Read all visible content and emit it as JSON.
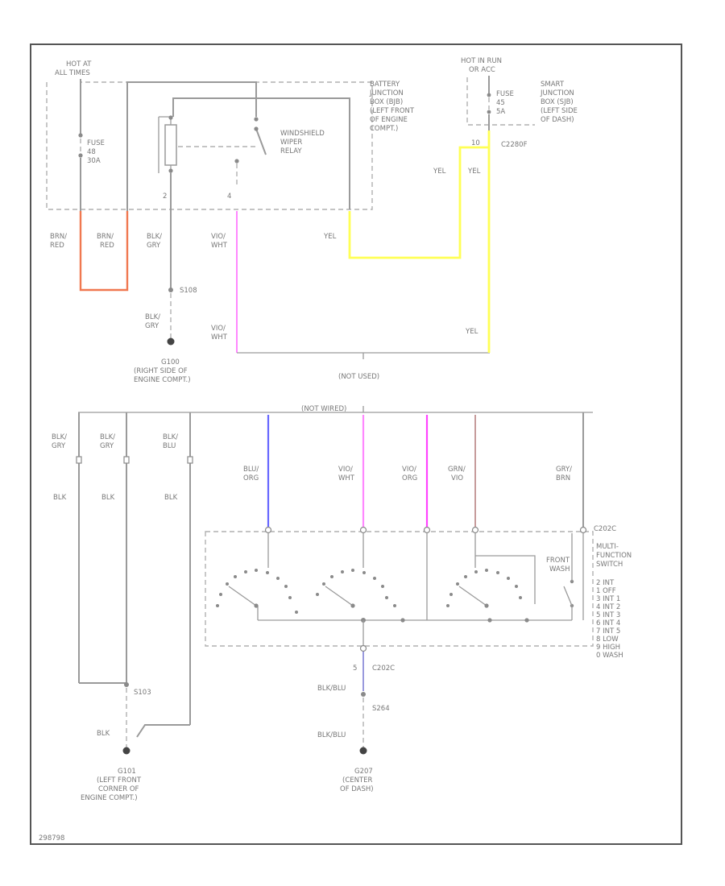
{
  "colors": {
    "border": "#555555",
    "wire": "#9a9a9a",
    "brn_red": "#f07850",
    "yel": "#ffff55",
    "vio_wht": "#ff88ff",
    "vio_org": "#ff44ff",
    "blu_org": "#6666ff",
    "grn_vio": "#c09090",
    "blk_blu": "#9999dd"
  },
  "top": {
    "hot_at_all_times": [
      "HOT AT",
      "ALL TIMES"
    ],
    "fuse_left": [
      "FUSE",
      "48",
      "30A"
    ],
    "battery_junction_box": [
      "BATTERY",
      "JUNCTION",
      "BOX (BJB)",
      "(LEFT FRONT",
      "OF ENGINE",
      "COMPT.)"
    ],
    "wiper_relay": [
      "WINDSHIELD",
      "WIPER",
      "RELAY"
    ],
    "hot_in_run": [
      "HOT IN RUN",
      "OR ACC"
    ],
    "fuse_right": [
      "FUSE",
      "45",
      "5A"
    ],
    "smart_junction_box": [
      "SMART",
      "JUNCTION",
      "BOX (SJB)",
      "(LEFT SIDE",
      "OF DASH)"
    ],
    "pin_10": "10",
    "connector_c2280f": "C2280F",
    "pin_2": "2",
    "pin_4": "4",
    "yel_a": "YEL",
    "yel_b": "YEL",
    "yel_c": "YEL",
    "yel_d": "YEL",
    "brn_red_1": [
      "BRN/",
      "RED"
    ],
    "brn_red_2": [
      "BRN/",
      "RED"
    ],
    "blk_gry_1": [
      "BLK/",
      "GRY"
    ],
    "vio_wht_1": [
      "VIO/",
      "WHT"
    ],
    "splice_s108": "S108",
    "blk_gry_2": [
      "BLK/",
      "GRY"
    ],
    "vio_wht_2": [
      "VIO/",
      "WHT"
    ],
    "ground_g100": [
      "G100",
      "(RIGHT SIDE OF",
      "ENGINE COMPT.)"
    ],
    "not_used": "(NOT USED)"
  },
  "bottom": {
    "not_wired": "(NOT WIRED)",
    "wire_labels": [
      [
        "BLK/",
        "GRY"
      ],
      [
        "BLK/",
        "GRY"
      ],
      [
        "BLK/",
        "BLU"
      ],
      [
        "BLU/",
        "ORG"
      ],
      [
        "VIO/",
        "WHT"
      ],
      [
        "VIO/",
        "ORG"
      ],
      [
        "GRN/",
        "VIO"
      ],
      [
        "GRY/",
        "BRN"
      ]
    ],
    "blk_1": "BLK",
    "blk_2": "BLK",
    "blk_3": "BLK",
    "connector_c202c": "C202C",
    "multifunction_switch": [
      "MULTI-",
      "FUNCTION",
      "SWITCH"
    ],
    "front_wash": [
      "FRONT",
      "WASH"
    ],
    "positions": [
      "2  INT",
      "1  OFF",
      "3  INT 1",
      "4  INT 2",
      "5  INT 3",
      "6  INT 4",
      "7  INT 5",
      "8  LOW",
      "9  HIGH",
      "0  WASH"
    ],
    "pin_5": "5",
    "connector_c202c_2": "C202C",
    "blk_blu_1": "BLK/BLU",
    "splice_s264": "S264",
    "blk_blu_2": "BLK/BLU",
    "ground_g207": [
      "G207",
      "(CENTER",
      "OF DASH)"
    ],
    "splice_s103": "S103",
    "blk_4": "BLK",
    "ground_g101": [
      "G101",
      "(LEFT FRONT",
      "CORNER OF",
      "ENGINE COMPT.)"
    ]
  },
  "footer_code": "298798"
}
